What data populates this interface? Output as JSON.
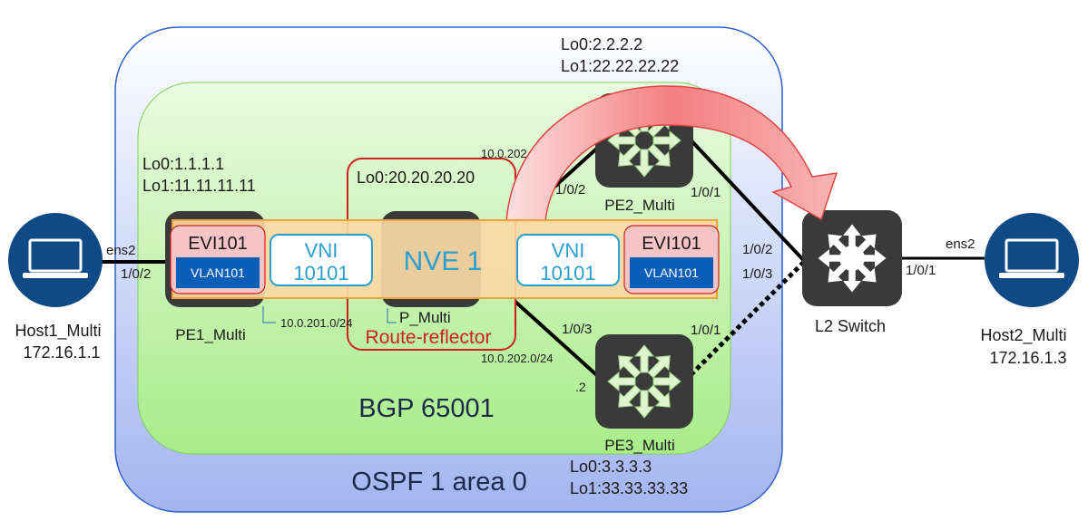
{
  "ospf": {
    "label": "OSPF 1 area 0"
  },
  "bgp": {
    "label": "BGP 65001"
  },
  "nve": {
    "label": "NVE 1"
  },
  "vni_left": {
    "line1": "VNI",
    "line2": "10101"
  },
  "vni_right": {
    "line1": "VNI",
    "line2": "10101"
  },
  "evi_left": {
    "label": "EVI101",
    "vlan": "VLAN101"
  },
  "evi_right": {
    "label": "EVI101",
    "vlan": "VLAN101"
  },
  "route_reflector": {
    "label": "Route-reflector"
  },
  "pe1": {
    "name": "PE1_Multi",
    "lo0": "Lo0:1.1.1.1",
    "lo1": "Lo1:11.11.11.11"
  },
  "p": {
    "name": "P_Multi",
    "lo0": "Lo0:20.20.20.20"
  },
  "pe2": {
    "name": "PE2_Multi",
    "lo0": "Lo0:2.2.2.2",
    "lo1": "Lo1:22.22.22.22"
  },
  "pe3": {
    "name": "PE3_Multi",
    "lo0": "Lo0:3.3.3.3",
    "lo1": "Lo1:33.33.33.33"
  },
  "l2switch": {
    "name": "L2 Switch"
  },
  "host1": {
    "name": "Host1_Multi",
    "ip": "172.16.1.1"
  },
  "host2": {
    "name": "Host2_Multi",
    "ip": "172.16.1.3"
  },
  "links": {
    "host1_ens2": "ens2",
    "pe1_port": "1/0/2",
    "subnet_201": "10.0.201.0/24",
    "subnet_202_top": "10.0.202",
    "p_to_pe2_port": "1/0/2",
    "pe2_to_sw_port": "1/0/1",
    "p_to_pe3_port": "1/0/3",
    "subnet_202_bottom": "10.0.202.0/24",
    "pe3_addr": ".2",
    "pe3_to_sw_port": "1/0/1",
    "sw_port_2": "1/0/2",
    "sw_port_3": "1/0/3",
    "sw_port_1": "1/0/1",
    "host2_ens2": "ens2"
  },
  "colors": {
    "ospf_fill": "#a9b9f1",
    "bgp_fill": "#b7f09c",
    "nve_fill": "#fbd9a6",
    "nve_border": "#f2a23a",
    "rr_border": "#d0221c",
    "evi_fill": "#f5c4c6",
    "vlan_fill": "#0c5fb8",
    "vni_text": "#2aa0d0",
    "router_body": "#3a3a3a",
    "host_icon": "#0f4a86"
  }
}
